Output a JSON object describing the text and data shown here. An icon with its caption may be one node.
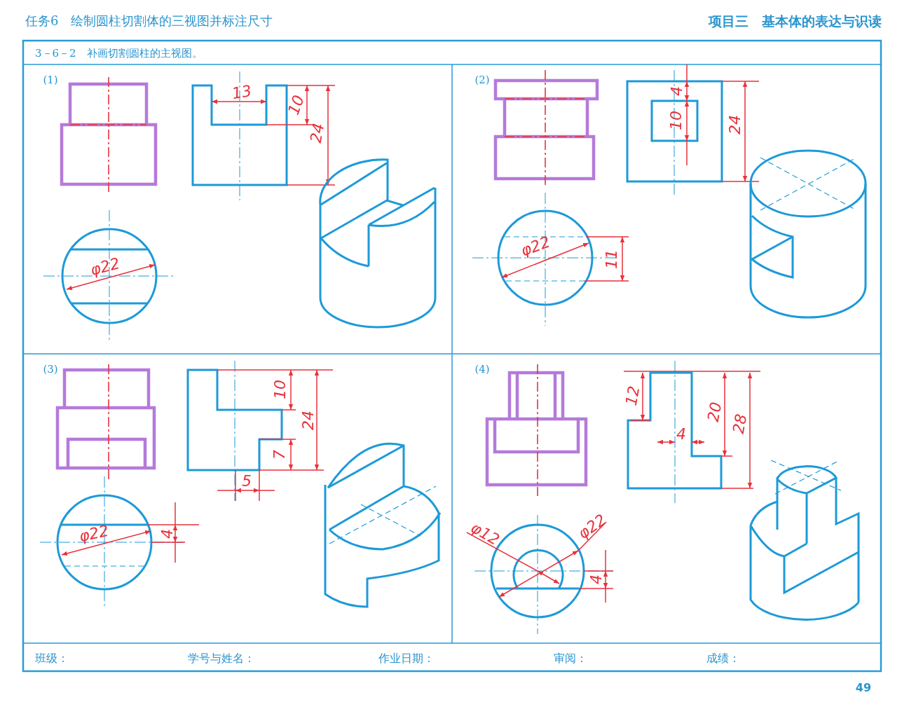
{
  "diagram": {
    "labels": [
      "任务6　绘制圆柱切割体的三视图并标注尺寸",
      "项目三　基本体的表达与识读",
      "3－6－2　补画切割圆柱的主视图。",
      "(1)",
      "13",
      "10",
      "24",
      "φ22",
      "(2)",
      "4",
      "10",
      "24",
      "φ22",
      "11",
      "(3)",
      "10",
      "24",
      "7",
      "5",
      "φ22",
      "4",
      "(4)",
      "12",
      "20",
      "28",
      "4",
      "φ12",
      "φ22",
      "4",
      "班级：",
      "学号与姓名：",
      "作业日期：",
      "审阅：",
      "成绩：",
      "49"
    ]
  }
}
